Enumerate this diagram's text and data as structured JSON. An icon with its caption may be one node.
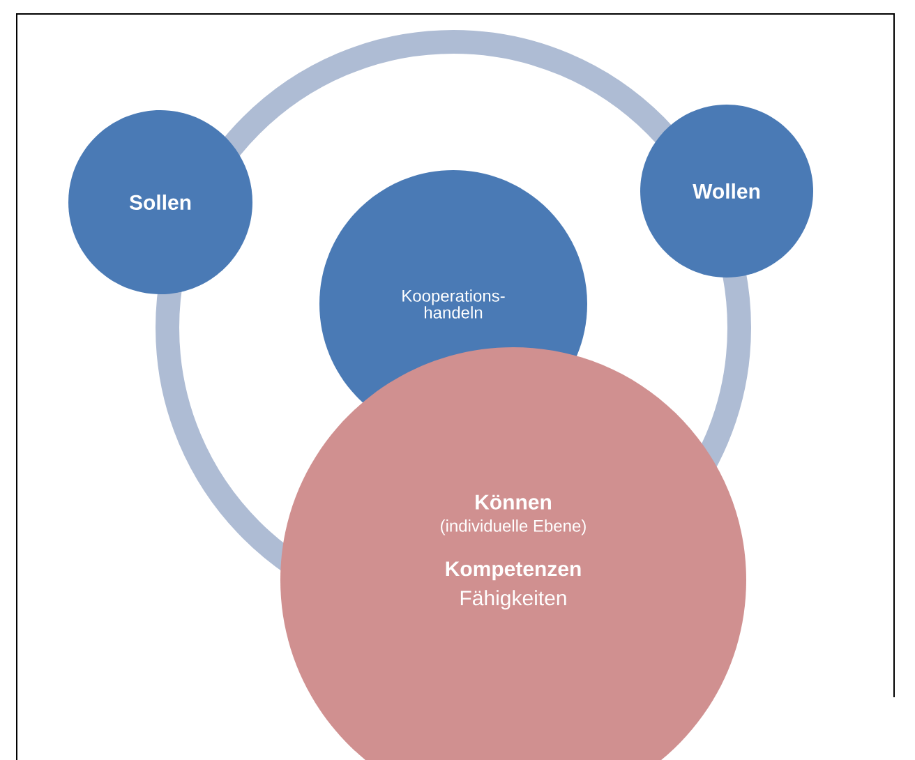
{
  "diagram": {
    "nodes": [
      {
        "text": [
          "Sollen"
        ]
      },
      {
        "text": [
          "Wollen"
        ]
      },
      {
        "text": [
          "Kooperations-handeln"
        ]
      },
      {
        "text": [
          "Können",
          "(individuelle Ebene)",
          "Kompetenzen",
          "Fähigkeiten"
        ]
      }
    ]
  }
}
